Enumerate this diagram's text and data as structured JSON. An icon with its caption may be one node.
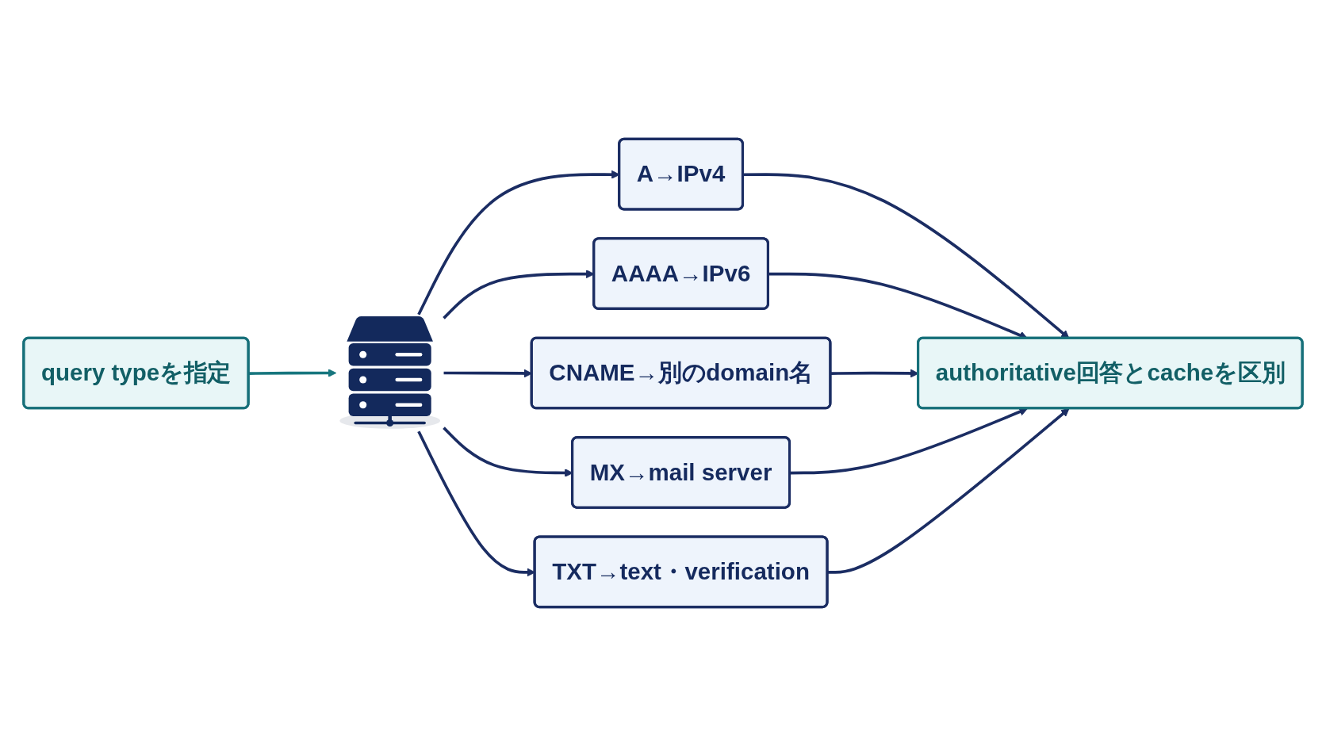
{
  "diagram": {
    "nodes": [
      {
        "text": [
          "query typeを指定"
        ]
      },
      {
        "text": [],
        "shape": "picture"
      },
      {
        "text": [
          "A→IPv4"
        ]
      },
      {
        "text": [
          "AAAA→IPv6"
        ]
      },
      {
        "text": [
          "CNAME→別のdomain名"
        ]
      },
      {
        "text": [
          "MX→mail server"
        ]
      },
      {
        "text": [
          "TXT→text・verification"
        ]
      },
      {
        "text": [
          "authoritative回答とcacheを区別"
        ]
      }
    ],
    "edges": [
      {
        "from": 0,
        "to": 1,
        "arrow": "to",
        "color": "#17767e"
      },
      {
        "from": 1,
        "to": 2,
        "arrow": "to"
      },
      {
        "from": 1,
        "to": 3,
        "arrow": "to"
      },
      {
        "from": 1,
        "to": 4,
        "arrow": "to"
      },
      {
        "from": 1,
        "to": 5,
        "arrow": "to"
      },
      {
        "from": 1,
        "to": 6,
        "arrow": "to"
      },
      {
        "from": 2,
        "to": 7,
        "arrow": "to"
      },
      {
        "from": 3,
        "to": 7,
        "arrow": "to"
      },
      {
        "from": 4,
        "to": 7,
        "arrow": "to"
      },
      {
        "from": 5,
        "to": 7,
        "arrow": "to"
      },
      {
        "from": 6,
        "to": 7,
        "arrow": "to"
      }
    ]
  }
}
